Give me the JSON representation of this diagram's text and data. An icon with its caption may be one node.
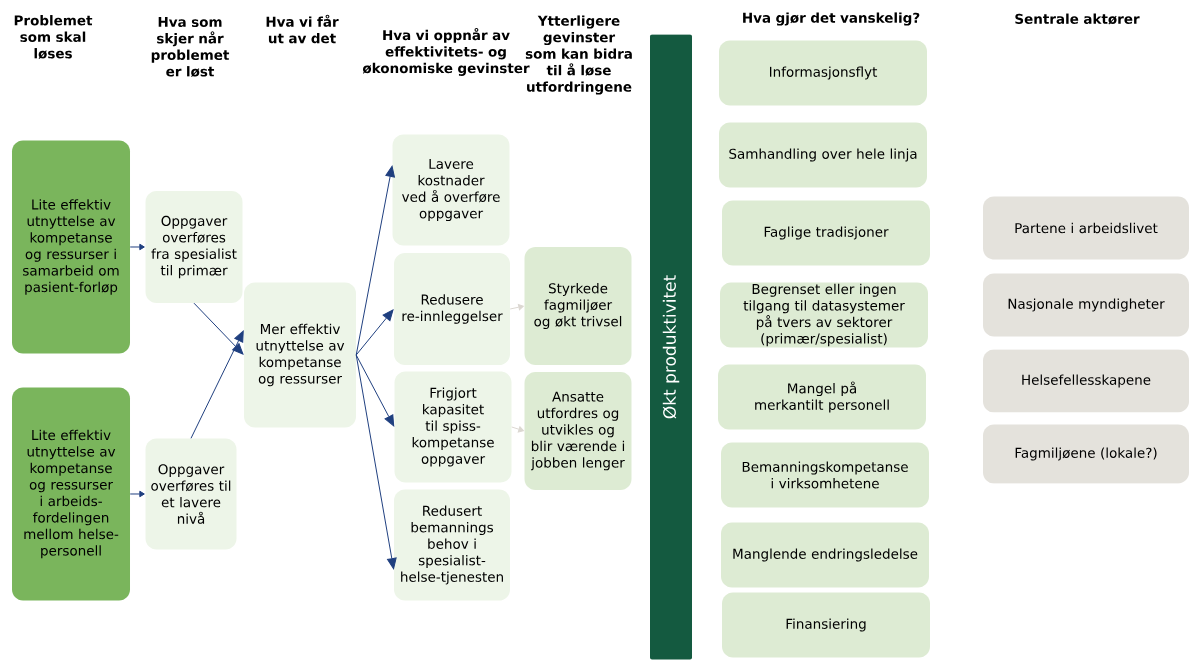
{
  "diagram": {
    "nodes": [
      {
        "text": [
          "Lite effektiv utnyttelse av kompetanse og ressurser i samarbeid om pasient-forløp"
        ]
      },
      {
        "text": [
          "Lite effektiv utnyttelse av kompetanse og ressurser i arbeids-fordelingen mellom helse-personell"
        ]
      },
      {
        "text": [
          "Oppgaver overføres fra spesialist til primær"
        ]
      },
      {
        "text": [
          "Oppgaver overføres til et lavere nivå"
        ]
      },
      {
        "text": [
          "Mer effektiv utnyttelse av kompetanse og ressurser"
        ]
      },
      {
        "text": [
          "Lavere kostnader ved å overføre oppgaver"
        ]
      },
      {
        "text": [
          "Redusere re-innleggelser"
        ]
      },
      {
        "text": [
          "Frigjort kapasitet til spiss-kompetanse oppgaver"
        ]
      },
      {
        "text": [
          "Redusert bemannings behov i spesialist-helse-tjenesten"
        ]
      },
      {
        "text": [
          "Styrkede fagmiljøer og økt trivsel"
        ]
      },
      {
        "text": [
          "Ansatte utfordres og utvikles og blir værende i jobben lenger"
        ]
      },
      {
        "text": [
          "Økt produktivitet"
        ]
      },
      {
        "text": [
          "Informasjonsflyt"
        ]
      },
      {
        "text": [
          "Samhandling over hele linja"
        ]
      },
      {
        "text": [
          "Faglige tradisjoner"
        ]
      },
      {
        "text": [
          "Begrenset eller ingen tilgang til datasystemer på tvers av sektorer (primær/spesialist)"
        ]
      },
      {
        "text": [
          "Mangel på merkantilt personell"
        ]
      },
      {
        "text": [
          "Bemanningskompetanse i virksomhetene"
        ]
      },
      {
        "text": [
          "Manglende endringsledelse"
        ]
      },
      {
        "text": [
          "Finansiering"
        ]
      },
      {
        "text": [
          "Partene i arbeidslivet"
        ]
      },
      {
        "text": [
          "Nasjonale myndigheter"
        ]
      },
      {
        "text": [
          "Helsefellesskapene"
        ]
      },
      {
        "text": [
          "Fagmiljøene (lokale?)"
        ]
      }
    ],
    "edges": [
      {
        "from": 0,
        "to": 2,
        "arrow": "to"
      },
      {
        "from": 1,
        "to": 3,
        "arrow": "to"
      },
      {
        "from": 2,
        "to": 4,
        "arrow": "to"
      },
      {
        "from": 3,
        "to": 4,
        "arrow": "to"
      },
      {
        "from": 4,
        "to": 5,
        "arrow": "to"
      },
      {
        "from": 4,
        "to": 6,
        "arrow": "to"
      },
      {
        "from": 4,
        "to": 7,
        "arrow": "to"
      },
      {
        "from": 4,
        "to": 8,
        "arrow": "to"
      },
      {
        "from": 6,
        "to": 9,
        "arrow": "to",
        "color": "#dcd8d2"
      },
      {
        "from": 7,
        "to": 10,
        "arrow": "to",
        "color": "#dcd8d2"
      }
    ],
    "labels": [
      "Problemet som skal løses",
      "Hva som skjer når problemet er løst",
      "Hva vi får ut av det",
      "Hva vi oppnår av effektivitets- og økonomiske gevinster",
      "Ytterligere gevinster som kan bidra til å løse utfordringene",
      "Hva gjør det vanskelig?",
      "Sentrale aktører"
    ]
  }
}
